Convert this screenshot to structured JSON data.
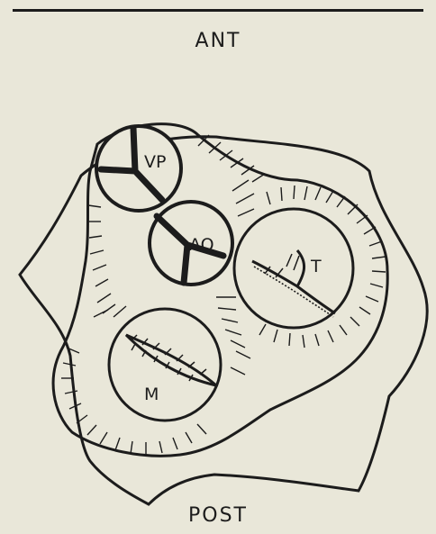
{
  "orientation": {
    "anterior": "ANT",
    "posterior": "POST"
  },
  "valves": {
    "pulmonary": "VP",
    "aortic": "AO",
    "tricuspid": "T",
    "mitral": "M"
  },
  "colors": {
    "background": "#e9e7d9",
    "ink": "#1c1c1c"
  }
}
